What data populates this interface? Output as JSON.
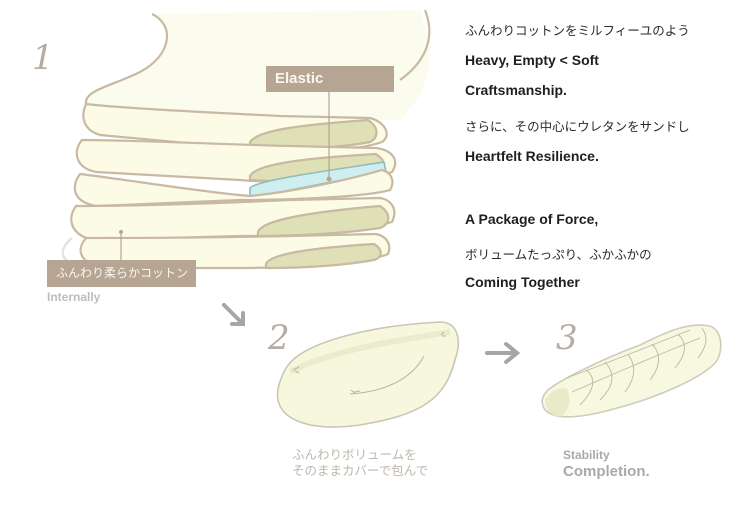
{
  "steps": [
    {
      "number": "1",
      "label": "step-layered-cotton"
    },
    {
      "number": "2",
      "label": "step-wrapped-cover"
    },
    {
      "number": "3",
      "label": "step-quilted-completion"
    }
  ],
  "tags": {
    "elastic": "Elastic",
    "cotton": "ふんわり柔らかコットン",
    "internally": "Internally"
  },
  "copy": [
    {
      "lang": "jp",
      "text": "ふんわりコットンをミルフィーユのよう"
    },
    {
      "lang": "en",
      "text": "Heavy, Empty < Soft"
    },
    {
      "lang": "en",
      "text": "Craftsmanship."
    },
    {
      "lang": "jp",
      "text": "さらに、その中心にウレタンをサンドし"
    },
    {
      "lang": "en",
      "text": "Heartfelt Resilience."
    },
    {
      "lang": "en",
      "text": "A Package of Force,"
    },
    {
      "lang": "jp",
      "text": "ボリュームたっぷり、ふかふかの"
    },
    {
      "lang": "en",
      "text": "Coming Together"
    }
  ],
  "captions": {
    "step2_line1": "ふんわりボリュームを",
    "step2_line2": "そのままカバーで包んで",
    "step3_line1": "Stability",
    "step3_line2": "Completion."
  },
  "icons": {
    "arrow_down_right": "arrow-down-right-icon",
    "arrow_right": "arrow-right-icon"
  },
  "colors": {
    "tag_bg": "#b7a594",
    "cream": "#fbfbe6",
    "olive": "#dfe0b6",
    "outline": "#c8b9a3",
    "urethane": "#cfeef0",
    "arrow": "#a6a6a6"
  }
}
